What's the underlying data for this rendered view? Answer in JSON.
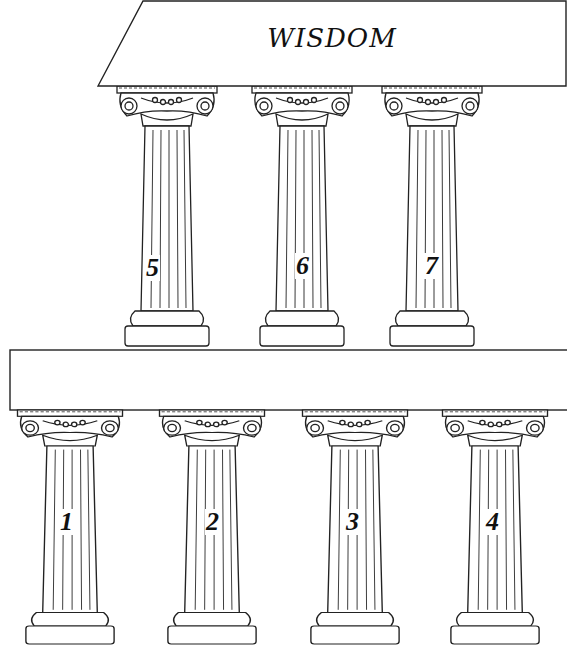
{
  "diagram": {
    "nodes": [
      {
        "text": [
          "WISDOM"
        ]
      }
    ],
    "labels": [
      "5",
      "6",
      "7",
      "1",
      "2",
      "3",
      "4"
    ]
  }
}
